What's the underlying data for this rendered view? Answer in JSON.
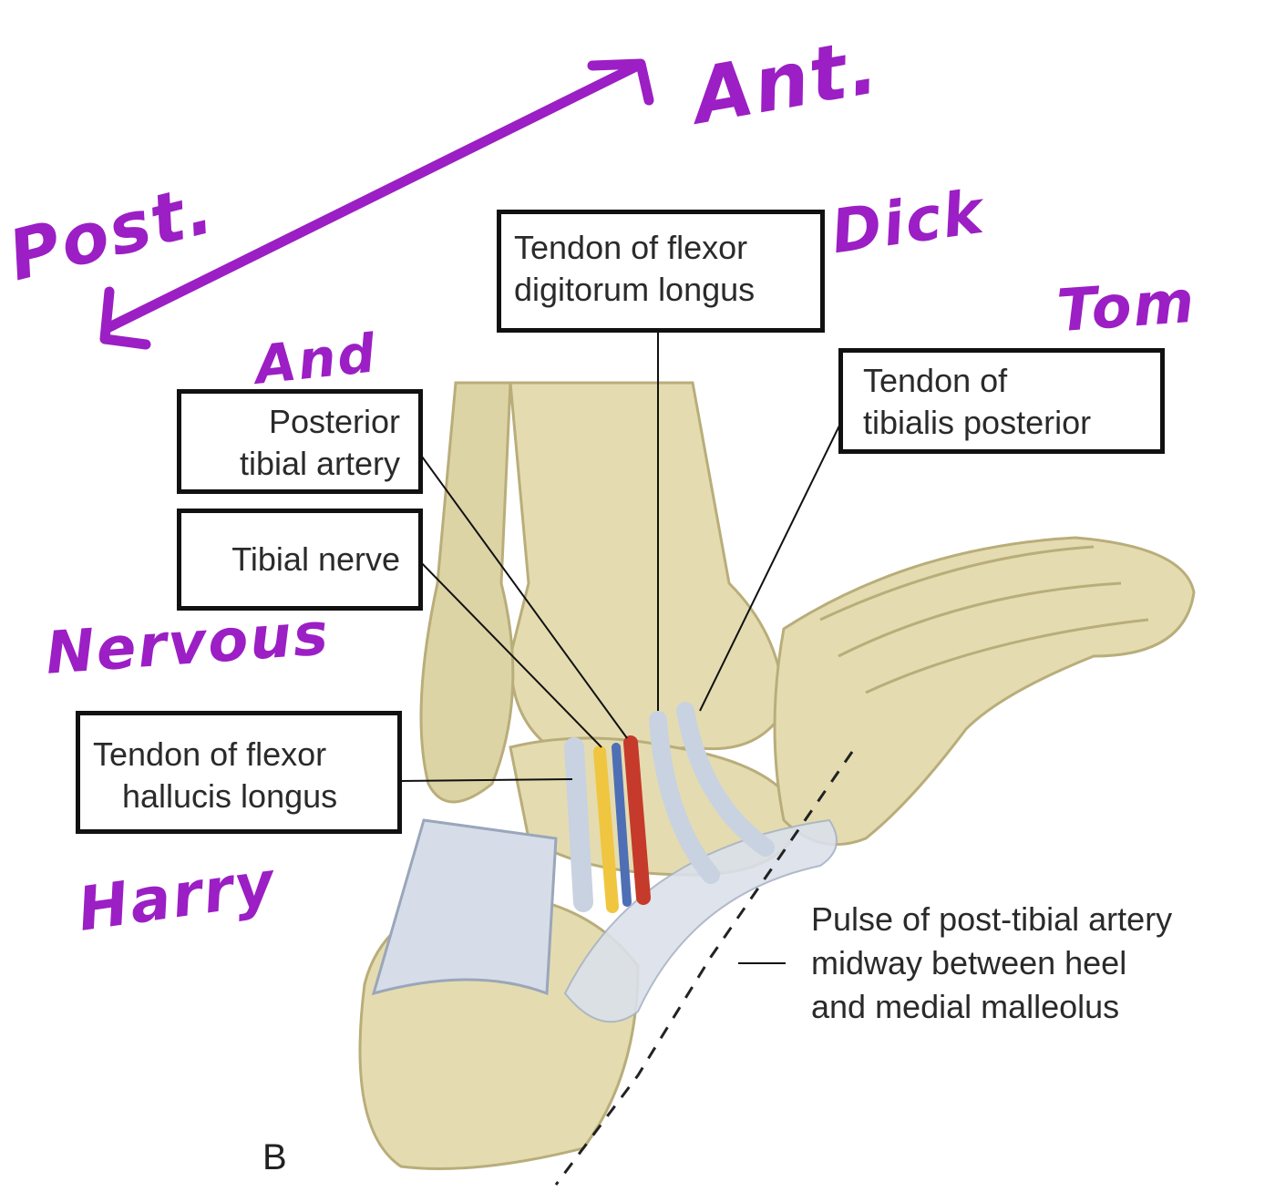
{
  "colors": {
    "bone": "#e4dcb0",
    "bone_shadow": "#b9ad7a",
    "tendon": "#c9d2e0",
    "artery": "#c53a2a",
    "vein": "#4e6fb5",
    "nerve": "#f0c640",
    "annotation": "#9b1fc4",
    "label_border": "#111111"
  },
  "labels": {
    "fdl": {
      "line1": "Tendon of flexor",
      "line2": "digitorum longus"
    },
    "tp": {
      "line1": "Tendon of",
      "line2": "tibialis posterior"
    },
    "pta": {
      "line1": "Posterior",
      "line2": "tibial artery"
    },
    "tn": {
      "line1": "Tibial nerve"
    },
    "fhl": {
      "line1": "Tendon of flexor",
      "line2": "hallucis longus"
    },
    "pulse": {
      "line1": "Pulse of post-tibial artery",
      "line2": "midway between heel",
      "line3": "and medial malleolus"
    }
  },
  "figure_letter": "B",
  "handwritten": {
    "ant": "Ant.",
    "post": "Post.",
    "dick": "Dick",
    "tom": "Tom",
    "and": "And",
    "nervous": "Nervous",
    "harry": "Harry"
  },
  "icons": [
    "double-arrow-icon"
  ]
}
